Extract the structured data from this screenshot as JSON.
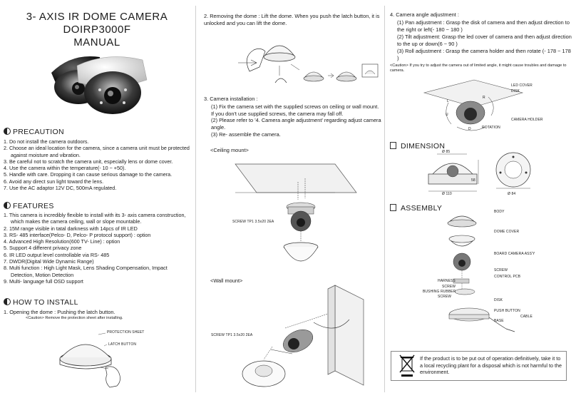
{
  "title": {
    "line1": "3- AXIS IR DOME CAMERA",
    "line2": "DOIRP3000F",
    "line3": "MANUAL"
  },
  "precaution": {
    "heading": "PRECAUTION",
    "items": [
      "1. Do not install the camera outdoors.",
      "2. Choose an ideal location for the camera, since a camera unit must be protected against moisture and vibration.",
      "3. Be careful not to scratch the camera unit, especially lens or dome cover.",
      "4. Use the camera within the temperature(- 10 ~ +50).",
      "5. Handle with care. Dropping it can cause serious damage to the camera.",
      "6. Avoid any direct sun light toward the lens.",
      "7. Use the AC adaptor 12V DC, 500mA regulated."
    ]
  },
  "features": {
    "heading": "FEATURES",
    "items": [
      "1. This camera is incredibly flexible to install with its 3- axis camera construction, which makes the camera ceiling, wall or slope mountable.",
      "2. 15M range visible in tatal darkness with 14pcs of IR LED",
      "3. RS- 485 interface(Pelco- D, Pelco- P protocol support) : option",
      "4. Advanced High Resolution(600 TV- Line) : option",
      "5. Support 4 different privacy zone",
      "6. IR LED output level controllable via RS- 485",
      "7. DWDR(Digital Wide Dynamic Range)",
      "8. Multi function : High Light Mask, Lens Shading Compensation, Impact Detection, Motion Detection",
      "9. Multi- language full OSD support"
    ]
  },
  "how_to_install": {
    "heading": "HOW TO INSTALL",
    "step1": "1. Opening the dome : Pushing the latch button.",
    "step1_caution": "<Caution> Remove the protection sheet after installing.",
    "label_protection_sheet": "PROTECTION SHEET",
    "label_latch_button": "LATCH BUTTON"
  },
  "col2": {
    "step2": "2. Removing the dome : Lift the dome. When you push the latch button, it is unlocked and you can lift the dome.",
    "step3_heading": "3. Camera installation :",
    "step3_items": [
      "(1) Fix the camera set with the supplied screws on ceiling or wall mount. If you don't use supplied screws, the camera may fall off.",
      "(2) Please refer to '4. Camera angle adjustment' regarding adjust camera angle.",
      "(3) Re- assemble the camera."
    ],
    "ceiling_mount": "<Ceiling mount>",
    "wall_mount": "<Wall mount>",
    "screw_label_1": "SCREW TP1 3.5x20 2EA",
    "screw_label_2": "SCREW TP1 3.5x20 2EA"
  },
  "col3": {
    "step4_heading": "4. Camera angle adjustment :",
    "step4_items": [
      "(1) Pan adjustment : Grasp the disk of camera and then adjust direction to the right or left(- 180 ~ 180 )",
      "(2) Tilt adjustment: Grasp the led cover of camera and then adjust direction to the up or down(6 ~ 90 )",
      "(3) Roll adjustment : Grasp the camera holder and then rotate (- 178 ~ 178 )"
    ],
    "step4_caution": "<Caution> If you try to adjust the camera out of limited angle, it might cause troubles and damage to camera.",
    "angle_labels": {
      "led_cover": "LED COVER",
      "disk": "DISK",
      "camera_holder": "CAMERA HOLDER",
      "rotation": "ROTATION",
      "l": "L",
      "r": "R",
      "u": "U",
      "d": "D"
    },
    "dimension_heading": "DIMENSION",
    "dim_labels": {
      "d85": "Ø 85",
      "d110": "Ø 110",
      "d84": "Ø 84",
      "h": "58"
    },
    "assembly_heading": "ASSEMBLY",
    "assembly_labels": {
      "body": "BODY",
      "dome_cover": "DOME COVER",
      "board": "BOARD CAMERA ASS'Y",
      "screw1": "SCREW",
      "control_pcb": "CONTROL PCB",
      "harness": "HARNESS",
      "screw2": "SCREW",
      "bushing": "BUSHING RUBBER",
      "screw3": "SCREW",
      "disk": "DISK",
      "push_button": "PUSH BUTTON",
      "base": "BASE",
      "cable": "CABLE"
    },
    "recycle_text": "If the product is to be put out of operation definitively, take it to a local recycling plant for a disposal which is not harmful to the environment."
  }
}
